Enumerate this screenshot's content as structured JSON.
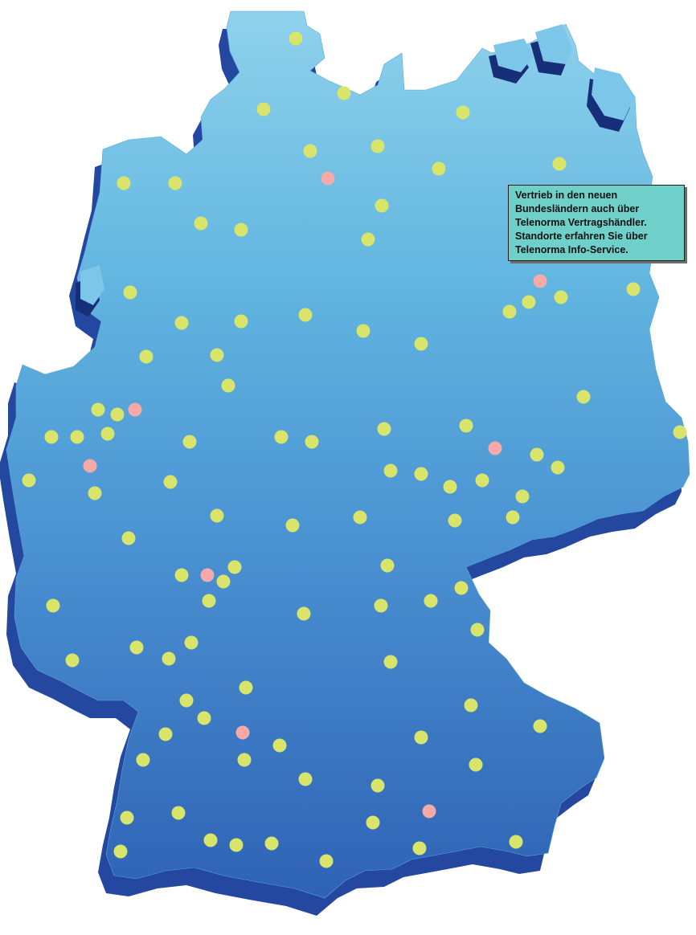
{
  "map": {
    "region": "Germany",
    "colors": {
      "land_top_light": "#8fd2ec",
      "land_mid": "#4aa3d6",
      "land_bottom": "#2f62b5",
      "land_side": "#2447a0",
      "land_side_dark": "#172f78",
      "dealer_marker": "#d9e56a",
      "highlight_marker": "#f5a9a9",
      "info_box_fill": "#6fcfc9",
      "info_box_border": "#1a1a1a"
    }
  },
  "info_box": {
    "lines": [
      "Vertrieb in den neuen",
      "Bundesländern auch über",
      "Telenorma Vertragshändler.",
      "Standorte erfahren Sie über",
      "Telenorma Info-Service."
    ]
  }
}
